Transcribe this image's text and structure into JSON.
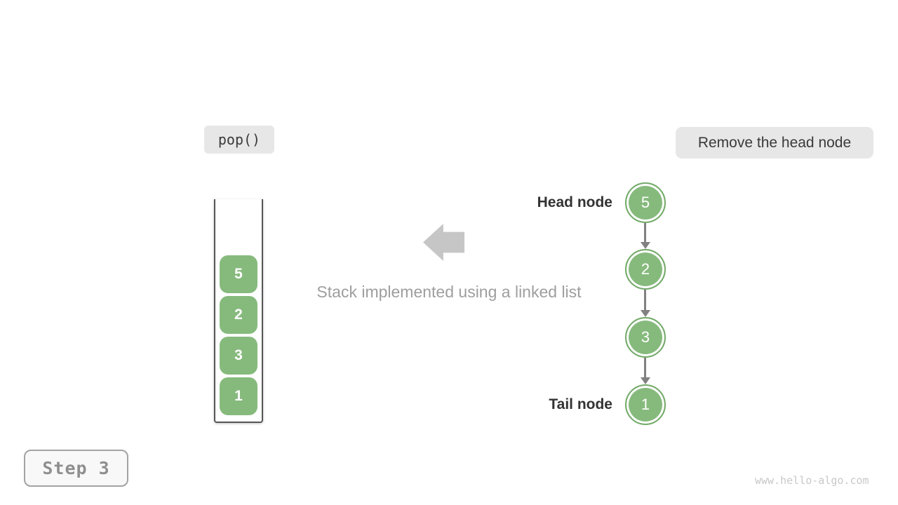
{
  "operation": {
    "label": "pop()"
  },
  "action": {
    "label": "Remove the head node"
  },
  "stack": {
    "items": [
      "5",
      "2",
      "3",
      "1"
    ]
  },
  "caption": "Stack implemented using a linked list",
  "linked_list": {
    "head_label": "Head node",
    "tail_label": "Tail node",
    "nodes": [
      "5",
      "2",
      "3",
      "1"
    ]
  },
  "step": {
    "label": "Step 3"
  },
  "watermark": "www.hello-algo.com",
  "colors": {
    "node_green": "#86ba7d",
    "node_border_green": "#74ab6a",
    "tag_background": "#e7e7e7",
    "dark_text": "#3a3a3a",
    "block_arrow_gray": "#c6c6c6",
    "connector_gray": "#818181",
    "caption_gray": "#9e9e9e",
    "step_text_gray": "#8f8f8f",
    "watermark_gray": "#c8c8c8"
  }
}
